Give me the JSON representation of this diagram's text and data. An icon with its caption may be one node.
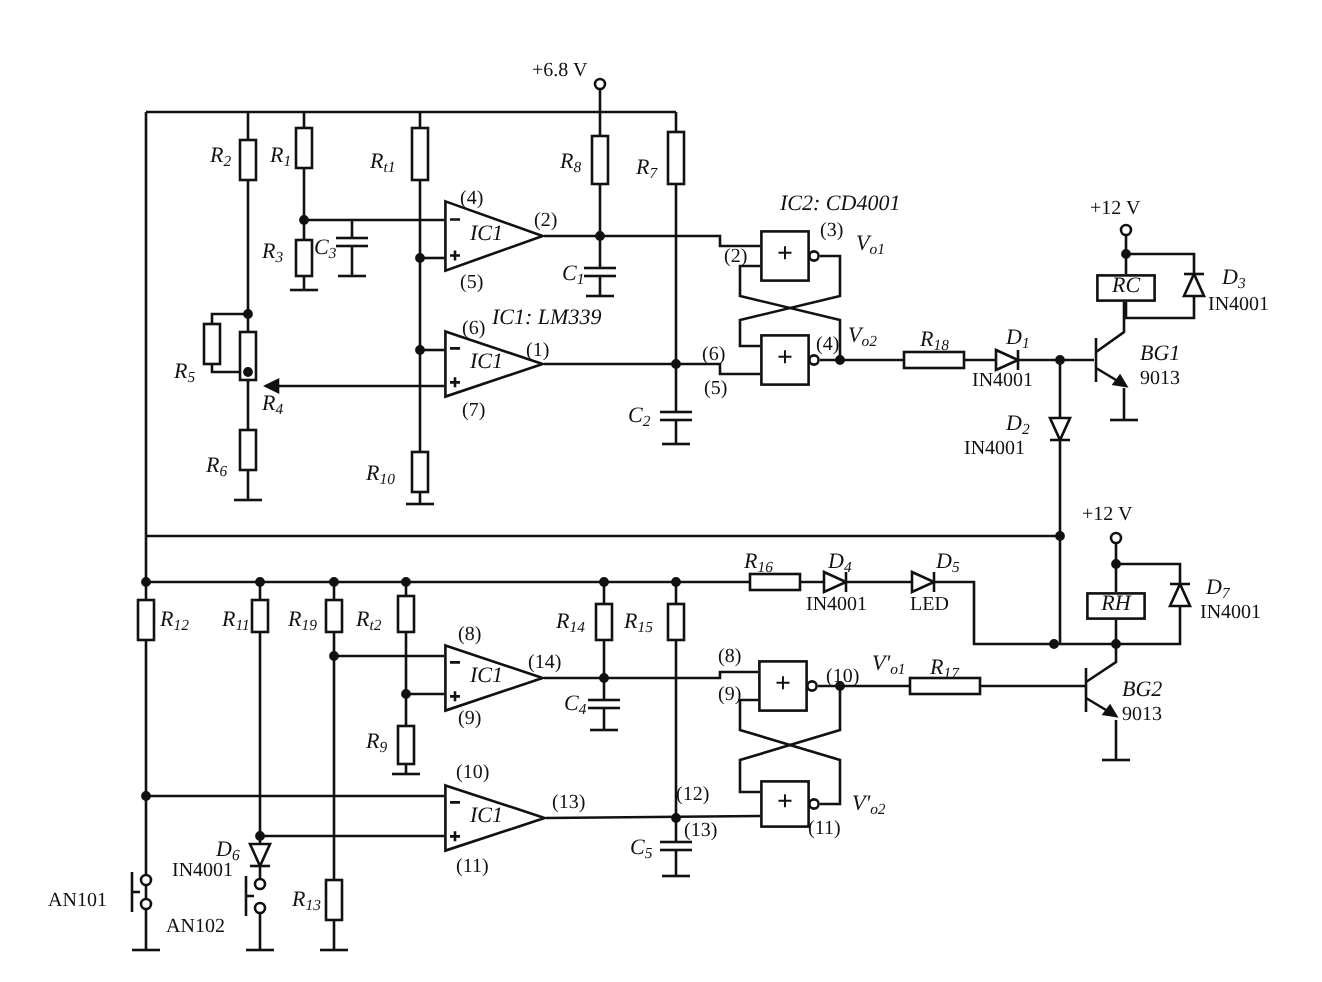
{
  "diagram": {
    "nodes": [
      {
        "text": [
          "IC1"
        ]
      },
      {
        "text": [
          "+"
        ]
      },
      {
        "text": [
          "IC1"
        ]
      },
      {
        "text": [
          "+"
        ]
      },
      {
        "text": [
          "RC"
        ]
      },
      {
        "text": [
          "RH"
        ]
      },
      {
        "text": [
          "IC1"
        ]
      },
      {
        "text": [
          "+"
        ]
      },
      {
        "text": [
          "IC1"
        ]
      },
      {
        "text": [
          "+"
        ]
      }
    ],
    "edges": [
      {
        "from": 0,
        "to": 1,
        "arrow": "none"
      },
      {
        "from": 2,
        "to": 3,
        "arrow": "none"
      },
      {
        "from": 1,
        "to": 3,
        "arrow": "none"
      },
      {
        "from": 3,
        "to": 1,
        "arrow": "none"
      },
      {
        "from": 6,
        "to": 7,
        "arrow": "none"
      },
      {
        "from": 8,
        "to": 9,
        "arrow": "none"
      },
      {
        "from": 7,
        "to": 9,
        "arrow": "none"
      },
      {
        "from": 9,
        "to": 7,
        "arrow": "none"
      },
      {
        "from": 4,
        "to": null,
        "arrow": "none"
      },
      {
        "from": 5,
        "to": null,
        "arrow": "none"
      }
    ],
    "labels": [
      "+6.8 V",
      "R$_{2}$",
      "R$_{1}$",
      "R$_{t1}$",
      "R$_{8}$",
      "R$_{7}$",
      "(4)",
      "(2)",
      "R$_{3}$",
      "C$_{3}$",
      "(5)",
      "C$_{1}$",
      "IC1: LM339",
      "IC2: CD4001",
      "(3)",
      "V$_{o1}$",
      "(2)",
      "(6)",
      "(6)",
      "(4)",
      "V$_{o2}$",
      "R$_{18}$",
      "D$_{1}$",
      "+12 V",
      "D$_{3}$",
      "IN4001",
      "(1)",
      "R$_{5}$",
      "R$_{4}$",
      "(5)",
      "IN4001",
      "BG1",
      "9013",
      "(7)",
      "C$_{2}$",
      "D$_{2}$",
      "IN4001",
      "R$_{6}$",
      "R$_{10}$",
      "+12 V",
      "R$_{16}$",
      "D$_{4}$",
      "D$_{5}$",
      "IN4001",
      "LED",
      "D$_{7}$",
      "IN4001",
      "R$_{12}$",
      "R$_{11}$",
      "R$_{19}$",
      "R$_{t2}$",
      "R$_{14}$",
      "R$_{15}$",
      "(8)",
      "(14)",
      "(8)",
      "(10)",
      "V'$_{o1}$",
      "R$_{17}$",
      "(9)",
      "BG2",
      "9013",
      "C$_{4}$",
      "(9)",
      "R$_{9}$",
      "(10)",
      "(13)",
      "(12)",
      "V'$_{o2}$",
      "(13)",
      "(11)",
      "D$_{6}$",
      "C$_{5}$",
      "IN4001",
      "(11)",
      "AN101",
      "R$_{13}$",
      "AN102"
    ]
  }
}
